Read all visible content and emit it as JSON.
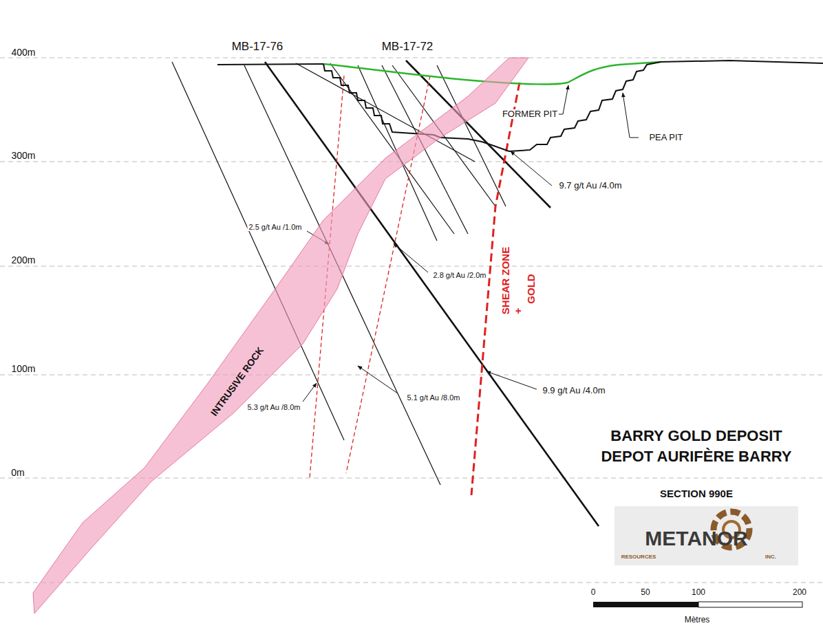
{
  "diagram": {
    "title": "BARRY GOLD DEPOSIT",
    "nodes": [
      {
        "text": [
          "INTRUSIVE ROCK"
        ]
      }
    ],
    "labels": [
      "400m",
      "300m",
      "200m",
      "100m",
      "0m",
      "MB-17-76",
      "MB-17-72",
      "FORMER PIT",
      "PEA PIT",
      "9.7 g/t Au /4.0m",
      "2.5 g/t Au /1.0m",
      "2.8 g/t Au /2.0m",
      "SHEAR ZONE",
      "+",
      "GOLD",
      "5.1 g/t Au /8.0m",
      "9.9 g/t Au /4.0m",
      "5.3 g/t Au /8.0m",
      "DEPOT AURIFÈRE BARRY",
      "SECTION 990E",
      "METANOR",
      "RESOURCES",
      "INC.",
      "0",
      "50",
      "100",
      "200",
      "Mètres"
    ]
  }
}
